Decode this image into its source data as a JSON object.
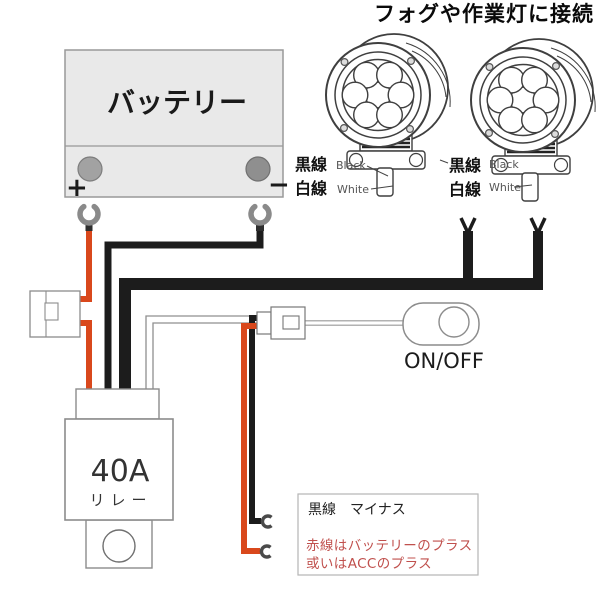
{
  "title": "フォグや作業灯に接続",
  "battery": {
    "label": "バッテリー",
    "plus": "+",
    "minus": "−"
  },
  "relay": {
    "rating": "40A",
    "label": "リレー"
  },
  "switch": {
    "label": "ON/OFF"
  },
  "lights": [
    {
      "black_jp": "黒線",
      "black_en": "Black",
      "white_jp": "白線",
      "white_en": "White"
    },
    {
      "black_jp": "黒線",
      "black_en": "Black",
      "white_jp": "白線",
      "white_en": "White"
    }
  ],
  "legend": {
    "black_line": "黒線　マイナス",
    "red_line1": "赤線はバッテリーのプラス",
    "red_line2": "或いはACCのプラス"
  },
  "colors": {
    "red_wire": "#d9481c",
    "black_wire": "#1c1c1c",
    "legend_red": "#c0504d",
    "terminal_gray": "#8a8a8a",
    "battery_fill": "#e9e9e9",
    "outline_gray": "#8c8c8c",
    "lineart": "#3f3f3f"
  }
}
